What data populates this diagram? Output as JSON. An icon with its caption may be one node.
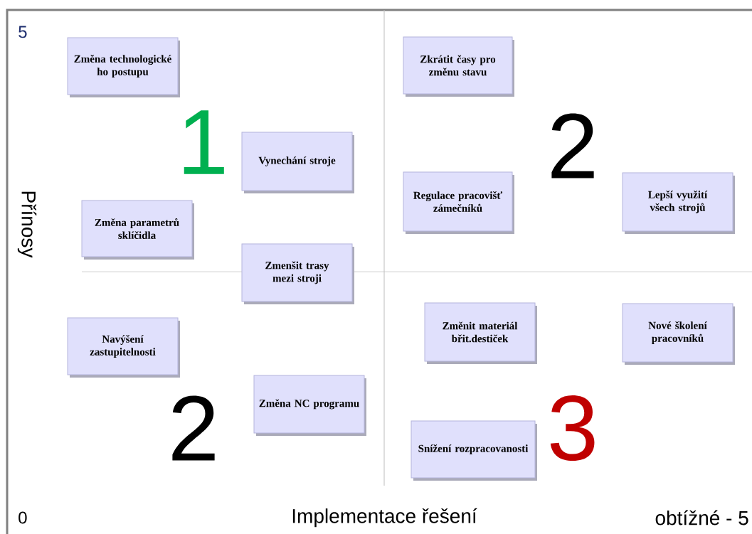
{
  "diagram": {
    "nodes": [
      {
        "text": [
          "Změna technologické ho postupu"
        ]
      },
      {
        "text": [
          "Zkrátit časy pro změnu stavu"
        ]
      },
      {
        "text": [
          "Vynechání stroje"
        ]
      },
      {
        "text": [
          "Regulace pracovišť zámečníků"
        ]
      },
      {
        "text": [
          "Lepší využití všech strojů"
        ]
      },
      {
        "text": [
          "Změna parametrů sklíčidla"
        ]
      },
      {
        "text": [
          "Zmenšit trasy mezi stroji"
        ]
      },
      {
        "text": [
          "Navýšení zastupitelnosti"
        ]
      },
      {
        "text": [
          "Změnit materiál břit.destiček"
        ]
      },
      {
        "text": [
          "Nové školení pracovníků"
        ]
      },
      {
        "text": [
          "Změna NC programu"
        ]
      },
      {
        "text": [
          "Snížení rozpracovanosti"
        ]
      }
    ],
    "labels": [
      "5",
      "Přínosy",
      "1",
      "2",
      "2",
      "3",
      "0",
      "Implementace řešení",
      "obtížné - 5"
    ]
  }
}
